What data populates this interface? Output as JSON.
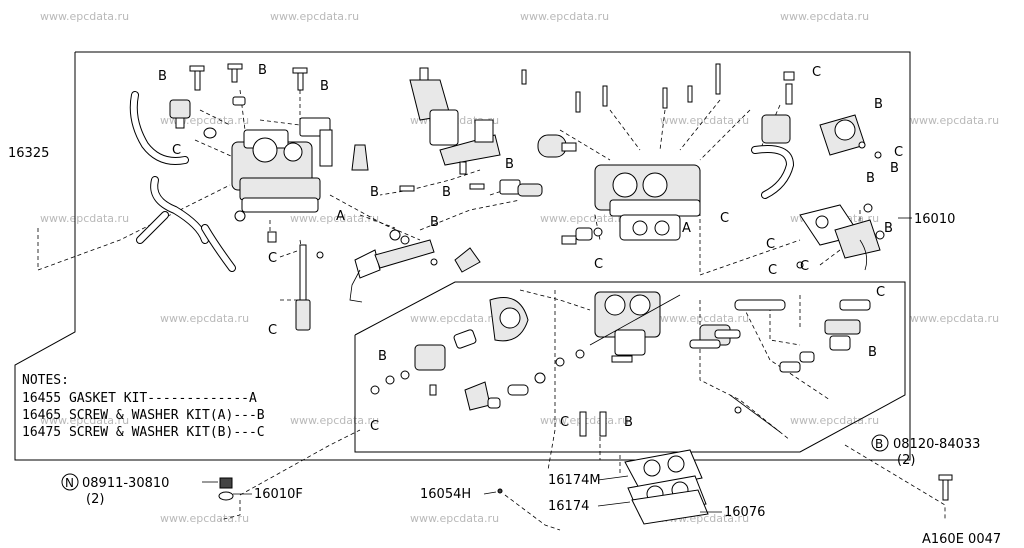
{
  "watermark": "www.epcdata.ru",
  "diagram_code": "A160E 0047",
  "letters": {
    "A": "A",
    "B": "B",
    "C": "C"
  },
  "part_numbers": {
    "p16325": "16325",
    "p16010": "16010",
    "p16010F": "16010F",
    "p16054H": "16054H",
    "p16174M": "16174M",
    "p16174": "16174",
    "p16076": "16076",
    "bolt": {
      "prefix": "B",
      "number": "08120-84033",
      "qty": "(2)"
    },
    "nut": {
      "prefix": "N",
      "number": "08911-30810",
      "qty": "(2)"
    }
  },
  "notes": {
    "title": "NOTES:",
    "lines": [
      "16455 GASKET KIT-------------A",
      "16465 SCREW & WASHER KIT(A)---B",
      "16475 SCREW & WASHER KIT(B)---C"
    ]
  }
}
